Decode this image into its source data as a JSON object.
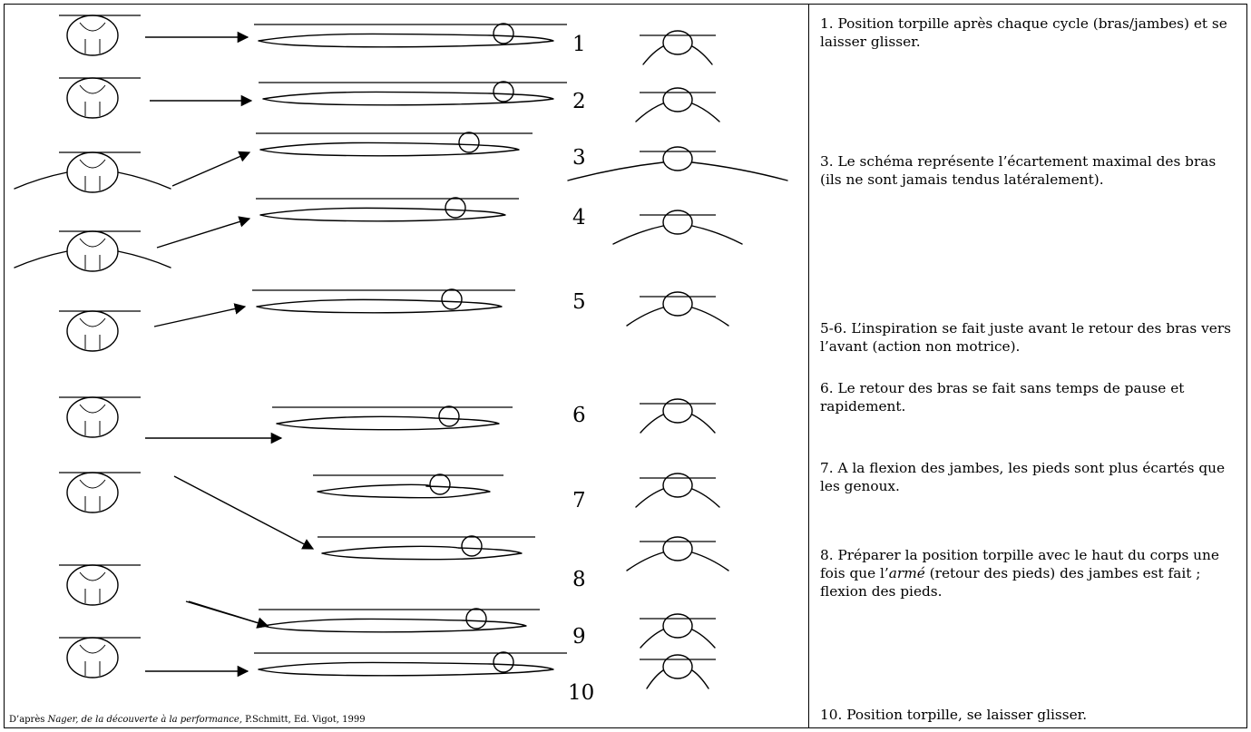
{
  "step_numbers": [
    "1",
    "2",
    "3",
    "4",
    "5",
    "6",
    "7",
    "8",
    "9",
    "10"
  ],
  "notes": [
    {
      "text": "1. Position torpille après chaque cycle (bras/jambes) et se laisser glisser."
    },
    {
      "text": "3. Le schéma représente l’écartement maximal des bras (ils ne sont jamais tendus latéralement)."
    },
    {
      "text": "5-6. L’inspiration se fait juste avant le retour des bras vers l’avant (action non motrice)."
    },
    {
      "text": "6. Le retour des bras se fait sans temps de pause et rapidement."
    },
    {
      "text": "7. A la flexion des jambes, les pieds sont plus écartés que les genoux."
    },
    {
      "text_before": "8. Préparer la position torpille avec le haut du corps une fois que l’",
      "text_em": "armé",
      "text_after": " (retour des pieds) des jambes est fait ; flexion des pieds."
    },
    {
      "text": "10. Position torpille, se laisser glisser."
    }
  ],
  "caption": {
    "prefix": "D’après ",
    "book_title": "Nager, de la découverte à la performance,",
    "suffix": " P.Schmitt, Ed. Vigot, 1999"
  },
  "drawing": {
    "rows": 10
  }
}
